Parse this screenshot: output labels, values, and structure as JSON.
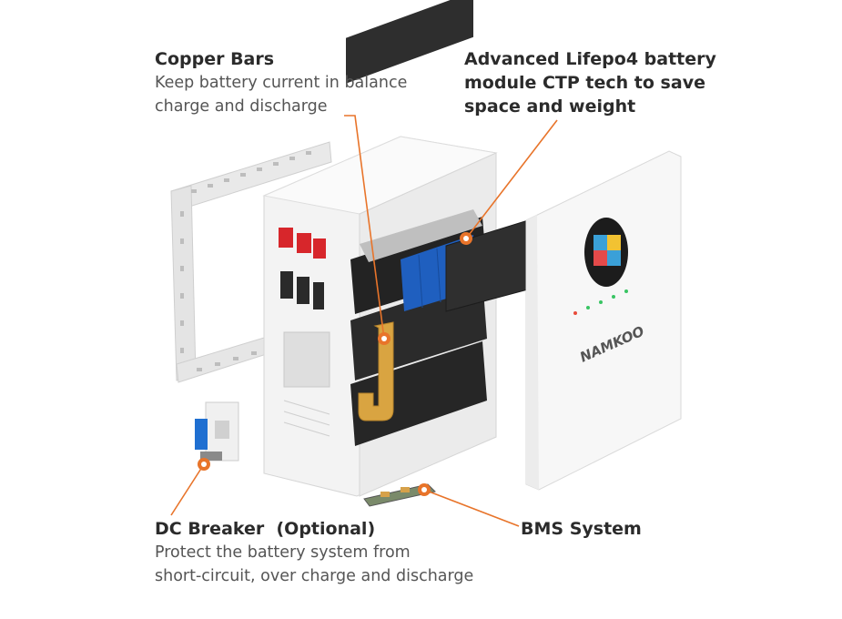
{
  "callouts": {
    "copper_bars": {
      "title": "Copper Bars",
      "desc_line1": "Keep battery current in balance",
      "desc_line2": "charge and discharge"
    },
    "battery_module": {
      "title_line1": "Advanced Lifepo4 battery",
      "title_line2": "module CTP tech to save",
      "title_line3": "space and weight"
    },
    "dc_breaker": {
      "title": "DC Breaker  (Optional)",
      "desc_line1": "Protect the battery system from",
      "desc_line2": "short-circuit, over charge and discharge"
    },
    "bms": {
      "title": "BMS System"
    }
  },
  "product": {
    "brand": "NAMKOO"
  },
  "colors": {
    "accent": "#E8742A",
    "copper": "#D9A441",
    "cell_blue": "#1F5FBF",
    "module_dark": "#2A2A2A",
    "casing": "#F2F2F2",
    "terminal_red": "#D7262B"
  }
}
